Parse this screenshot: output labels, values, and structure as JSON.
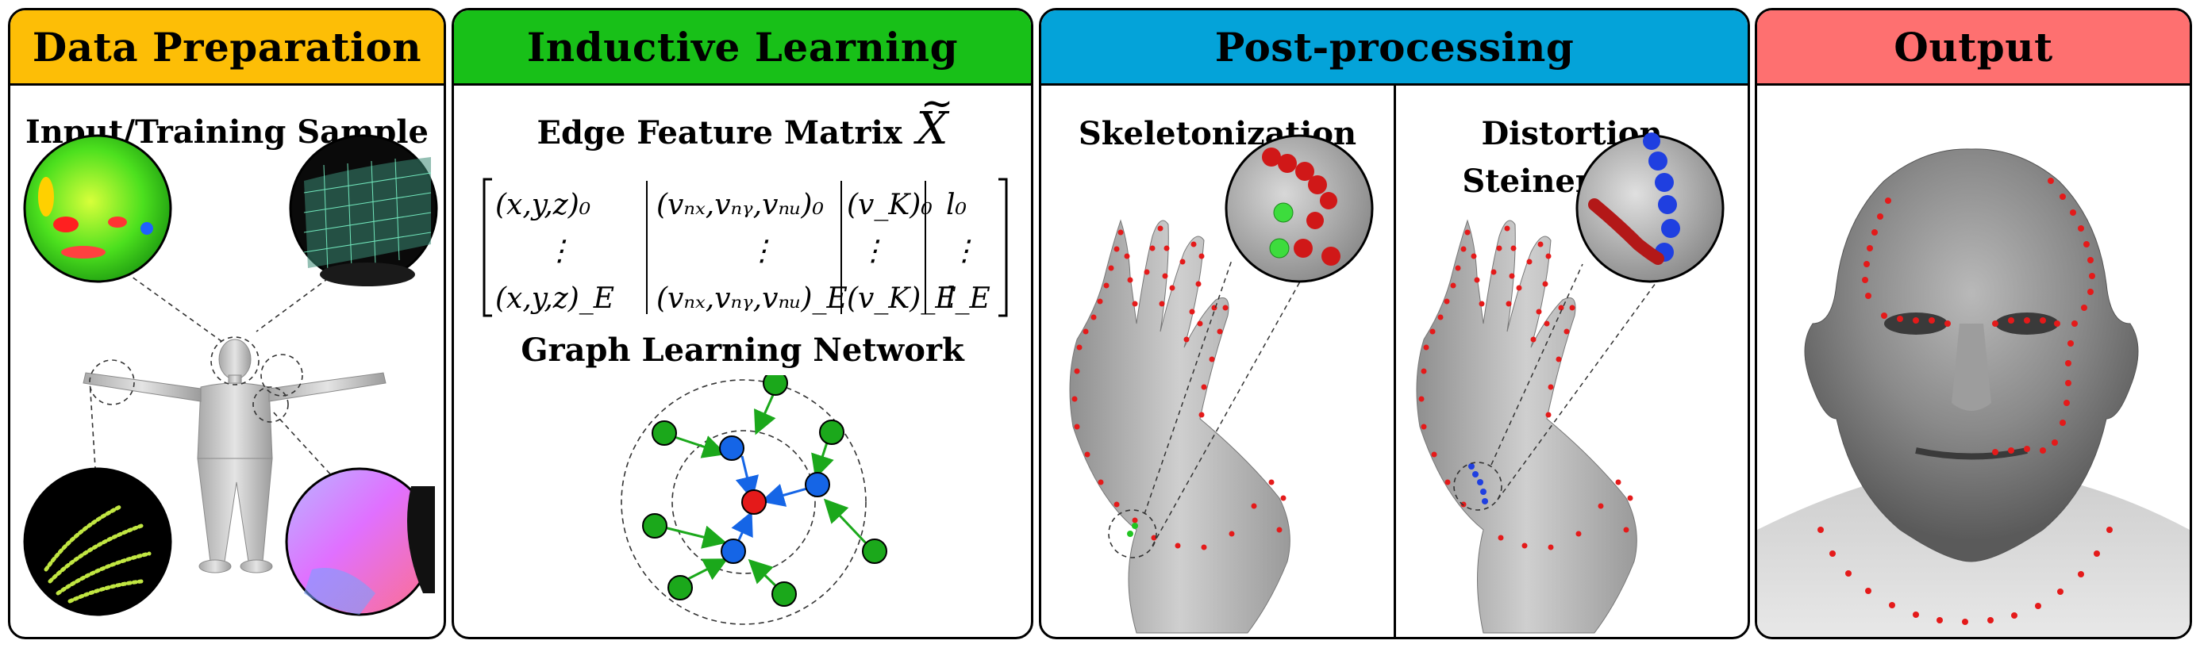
{
  "panels": {
    "data_prep": {
      "title": "Data Preparation",
      "color": "#FDBE06",
      "subtitle": "Input/Training Sample"
    },
    "inductive": {
      "title": "Inductive Learning",
      "color": "#18C018",
      "matrix_title": "Edge Feature Matrix",
      "matrix_symbol": "X",
      "matrix_symbol_tilde": "~",
      "rows": [
        {
          "c1": "(x,y,z)₀",
          "c2": "(vₙₓ,vₙᵧ,vₙᵤ)₀",
          "c3": "(v_K)₀",
          "c4": "l₀"
        },
        {
          "c1": "⋮",
          "c2": "⋮",
          "c3": "⋮",
          "c4": "⋮"
        },
        {
          "c1": "(x,y,z)_E",
          "c2": "(vₙₓ,vₙᵧ,vₙᵤ)_E",
          "c3": "(v_K)_E",
          "c4": "l_E"
        }
      ],
      "network_title": "Graph Learning Network"
    },
    "post": {
      "title": "Post-processing",
      "color": "#04A3D9",
      "left_subtitle": "Skeletonization",
      "right_subtitle_line1": "Distortion",
      "right_subtitle_line2": "Steiner Tree"
    },
    "output": {
      "title": "Output",
      "color": "#FE7070"
    }
  },
  "node_colors": {
    "green": "#1BA81B",
    "blue": "#1565E6",
    "red": "#E41A1A"
  }
}
